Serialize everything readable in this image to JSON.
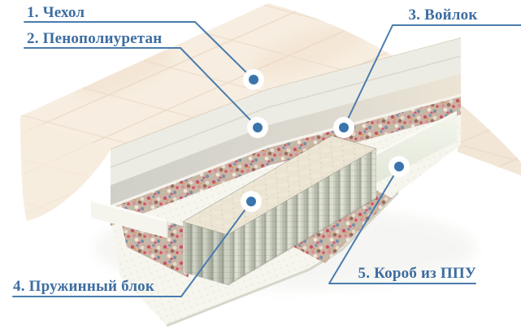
{
  "diagram": {
    "type": "mattress-cutaway-layers",
    "labels": [
      {
        "id": 1,
        "text": "1. Чехол"
      },
      {
        "id": 2,
        "text": "2. Пенополиуретан"
      },
      {
        "id": 3,
        "text": "3. Войлок"
      },
      {
        "id": 4,
        "text": "4. Пружинный блок"
      },
      {
        "id": 5,
        "text": "5. Короб из ППУ"
      }
    ],
    "colors": {
      "label_text": "#3d6da1",
      "connector_line": "#4a7cad",
      "marker_dot": "#3a74ad",
      "cover": "#f7eee1",
      "foam": "#edece4",
      "felt_base": "#cbb3a4",
      "springs": "#efe8d7",
      "box": "#f5f5ee"
    }
  }
}
